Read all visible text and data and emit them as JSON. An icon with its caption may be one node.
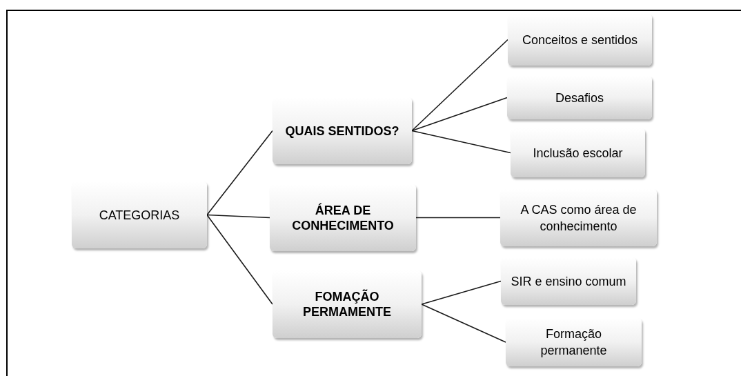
{
  "diagram": {
    "nodes": [
      {
        "text": [
          "CATEGORIAS"
        ]
      },
      {
        "text": [
          "QUAIS SENTIDOS?"
        ]
      },
      {
        "text": [
          "ÁREA DE CONHECIMENTO"
        ]
      },
      {
        "text": [
          "FOMAÇÃO PERMAMENTE"
        ]
      },
      {
        "text": [
          "Conceitos e sentidos"
        ]
      },
      {
        "text": [
          "Desafios"
        ]
      },
      {
        "text": [
          "Inclusão escolar"
        ]
      },
      {
        "text": [
          "A CAS como área de conhecimento"
        ]
      },
      {
        "text": [
          "SIR e ensino comum"
        ]
      },
      {
        "text": [
          "Formação permanente"
        ]
      }
    ],
    "edges": [
      {
        "from": 0,
        "to": 1,
        "arrow": "none"
      },
      {
        "from": 0,
        "to": 2,
        "arrow": "none"
      },
      {
        "from": 0,
        "to": 3,
        "arrow": "none"
      },
      {
        "from": 1,
        "to": 4,
        "arrow": "none"
      },
      {
        "from": 1,
        "to": 5,
        "arrow": "none"
      },
      {
        "from": 1,
        "to": 6,
        "arrow": "none"
      },
      {
        "from": 2,
        "to": 7,
        "arrow": "none"
      },
      {
        "from": 3,
        "to": 8,
        "arrow": "none"
      },
      {
        "from": 3,
        "to": 9,
        "arrow": "none"
      }
    ]
  }
}
